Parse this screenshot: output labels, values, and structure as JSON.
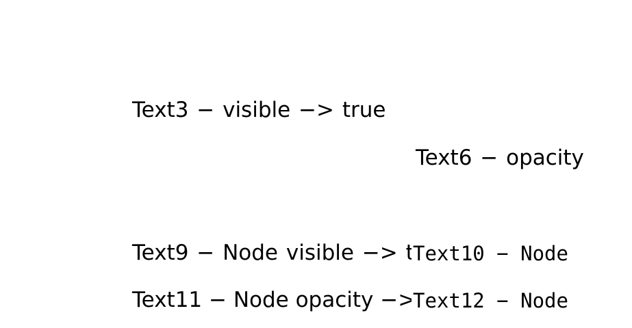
{
  "canvas": {
    "background_color": "#ffffff",
    "text_color": "#000000",
    "overlay_background_color": "#ffffff"
  },
  "labels": {
    "text3": "Text3 − visible −> true",
    "text6": "Text6 − opacity",
    "text9": "Text9 − Node visible −> true",
    "text10": "Text10 − Node",
    "text11": "Text11 − Node opacity −> 0",
    "text12": "Text12 − Node"
  }
}
